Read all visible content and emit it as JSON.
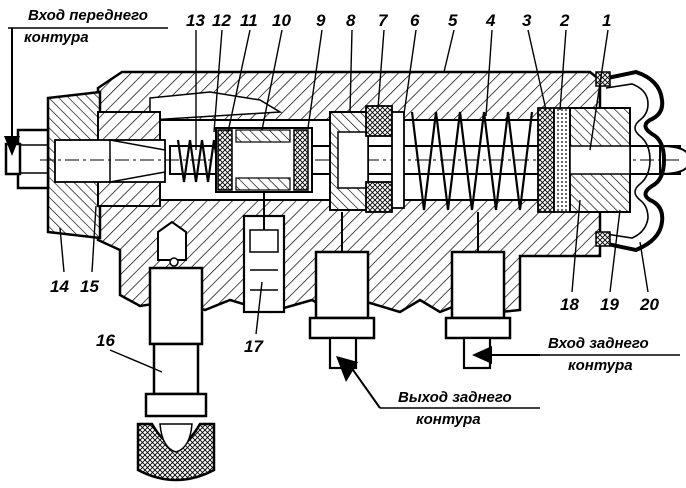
{
  "callouts": [
    {
      "id": "1",
      "text": "1"
    },
    {
      "id": "2",
      "text": "2"
    },
    {
      "id": "3",
      "text": "3"
    },
    {
      "id": "4",
      "text": "4"
    },
    {
      "id": "5",
      "text": "5"
    },
    {
      "id": "6",
      "text": "6"
    },
    {
      "id": "7",
      "text": "7"
    },
    {
      "id": "8",
      "text": "8"
    },
    {
      "id": "9",
      "text": "9"
    },
    {
      "id": "10",
      "text": "10"
    },
    {
      "id": "11",
      "text": "11"
    },
    {
      "id": "12",
      "text": "12"
    },
    {
      "id": "13",
      "text": "13"
    },
    {
      "id": "14",
      "text": "14"
    },
    {
      "id": "15",
      "text": "15"
    },
    {
      "id": "16",
      "text": "16"
    },
    {
      "id": "17",
      "text": "17"
    },
    {
      "id": "18",
      "text": "18"
    },
    {
      "id": "19",
      "text": "19"
    },
    {
      "id": "20",
      "text": "20"
    }
  ],
  "ports": {
    "front_inlet": {
      "line1": "Вход переднего",
      "line2": "контура"
    },
    "rear_inlet": {
      "line1": "Вход заднего",
      "line2": "контура"
    },
    "rear_outlet": {
      "line1": "Выход заднего",
      "line2": "контура"
    }
  }
}
